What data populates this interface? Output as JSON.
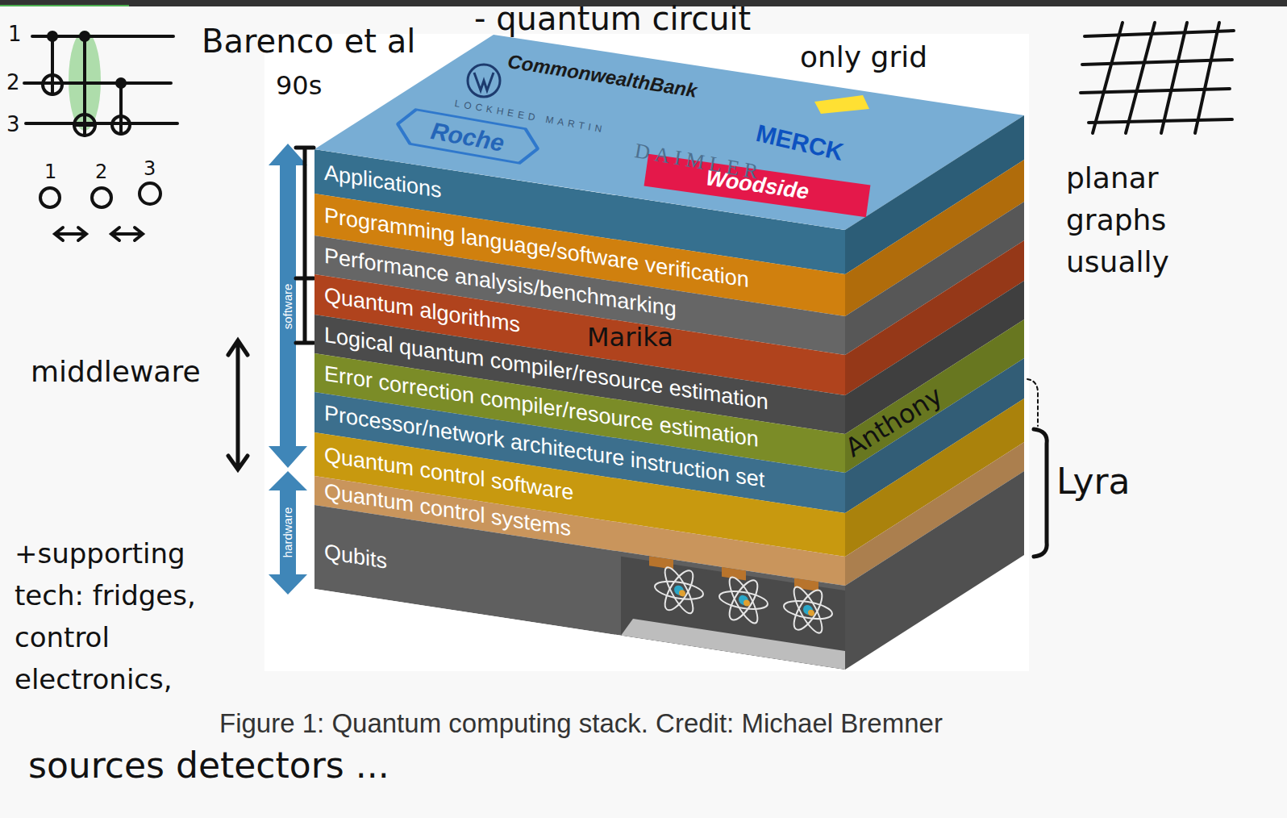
{
  "diagram": {
    "caption": "Figure 1: Quantum computing stack. Credit: Michael Bremner",
    "nodes": [
      {
        "text": [
          "Applications"
        ]
      },
      {
        "text": [
          "Programming language/software verification"
        ]
      },
      {
        "text": [
          "Performance analysis/benchmarking"
        ]
      },
      {
        "text": [
          "Quantum algorithms"
        ]
      },
      {
        "text": [
          "Logical quantum compiler/resource estimation"
        ]
      },
      {
        "text": [
          "Error correction compiler/resource estimation"
        ]
      },
      {
        "text": [
          "Processor/network architecture instruction set"
        ]
      },
      {
        "text": [
          "Quantum control software"
        ]
      },
      {
        "text": [
          "Quantum control systems"
        ]
      },
      {
        "text": [
          "Qubits"
        ]
      },
      {
        "text": [
          "Roche"
        ]
      },
      {
        "text": [
          "Woodside"
        ]
      }
    ],
    "labels": [
      "1",
      "2",
      "3",
      "1",
      "2",
      "3",
      "Barenco et al",
      "90s",
      "- quantum circuit",
      "only grid",
      "planar graphs usually",
      "middleware",
      "software",
      "hardware",
      "Marika",
      "Anthony",
      "Lyra",
      "+supporting tech: fridges, control electronics,",
      "sources detectors ...",
      "CommonwealthBank",
      "LOCKHEED MARTIN",
      "DAIMLER",
      "MERCK"
    ]
  }
}
